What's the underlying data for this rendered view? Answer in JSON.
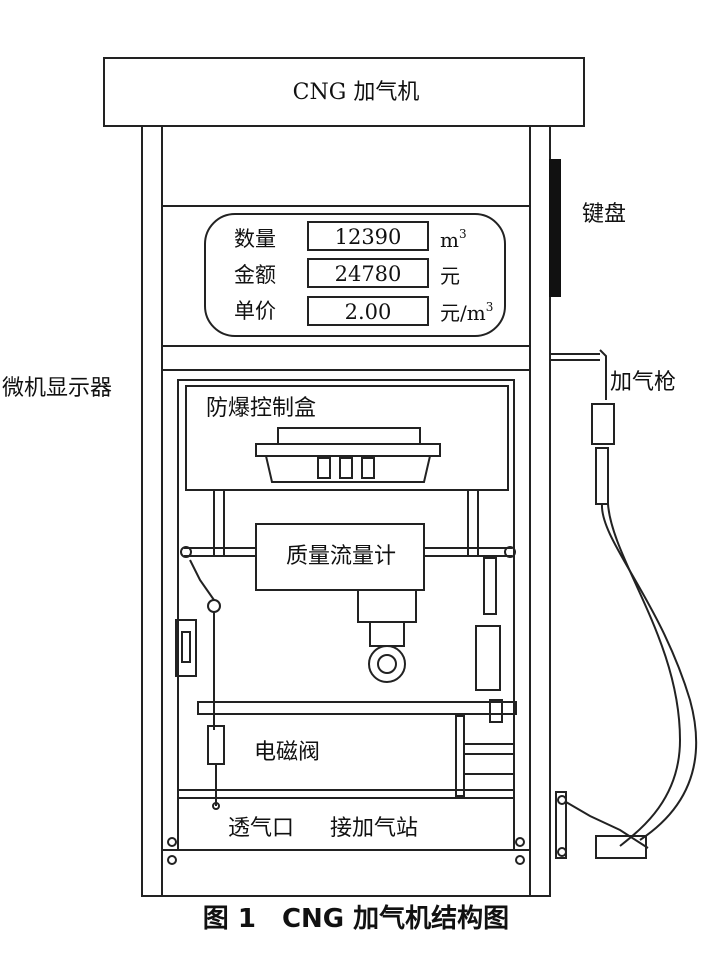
{
  "header": {
    "title": "CNG 加气机"
  },
  "display": {
    "rows": [
      {
        "label": "数量",
        "value": "12390",
        "unit_base": "m",
        "unit_sup": "3"
      },
      {
        "label": "金额",
        "value": "24780",
        "unit_base": "元",
        "unit_sup": ""
      },
      {
        "label": "单价",
        "value": "2.00",
        "unit_base": "元/m",
        "unit_sup": "3"
      }
    ]
  },
  "labels": {
    "keypad": "键盘",
    "nozzle": "加气枪",
    "microcomputer_display": "微机显示器",
    "explosion_proof_box": "防爆控制盒",
    "mass_flowmeter": "质量流量计",
    "solenoid_valve": "电磁阀",
    "vent": "透气口",
    "to_station": "接加气站"
  },
  "caption": "图 1　CNG 加气机结构图"
}
